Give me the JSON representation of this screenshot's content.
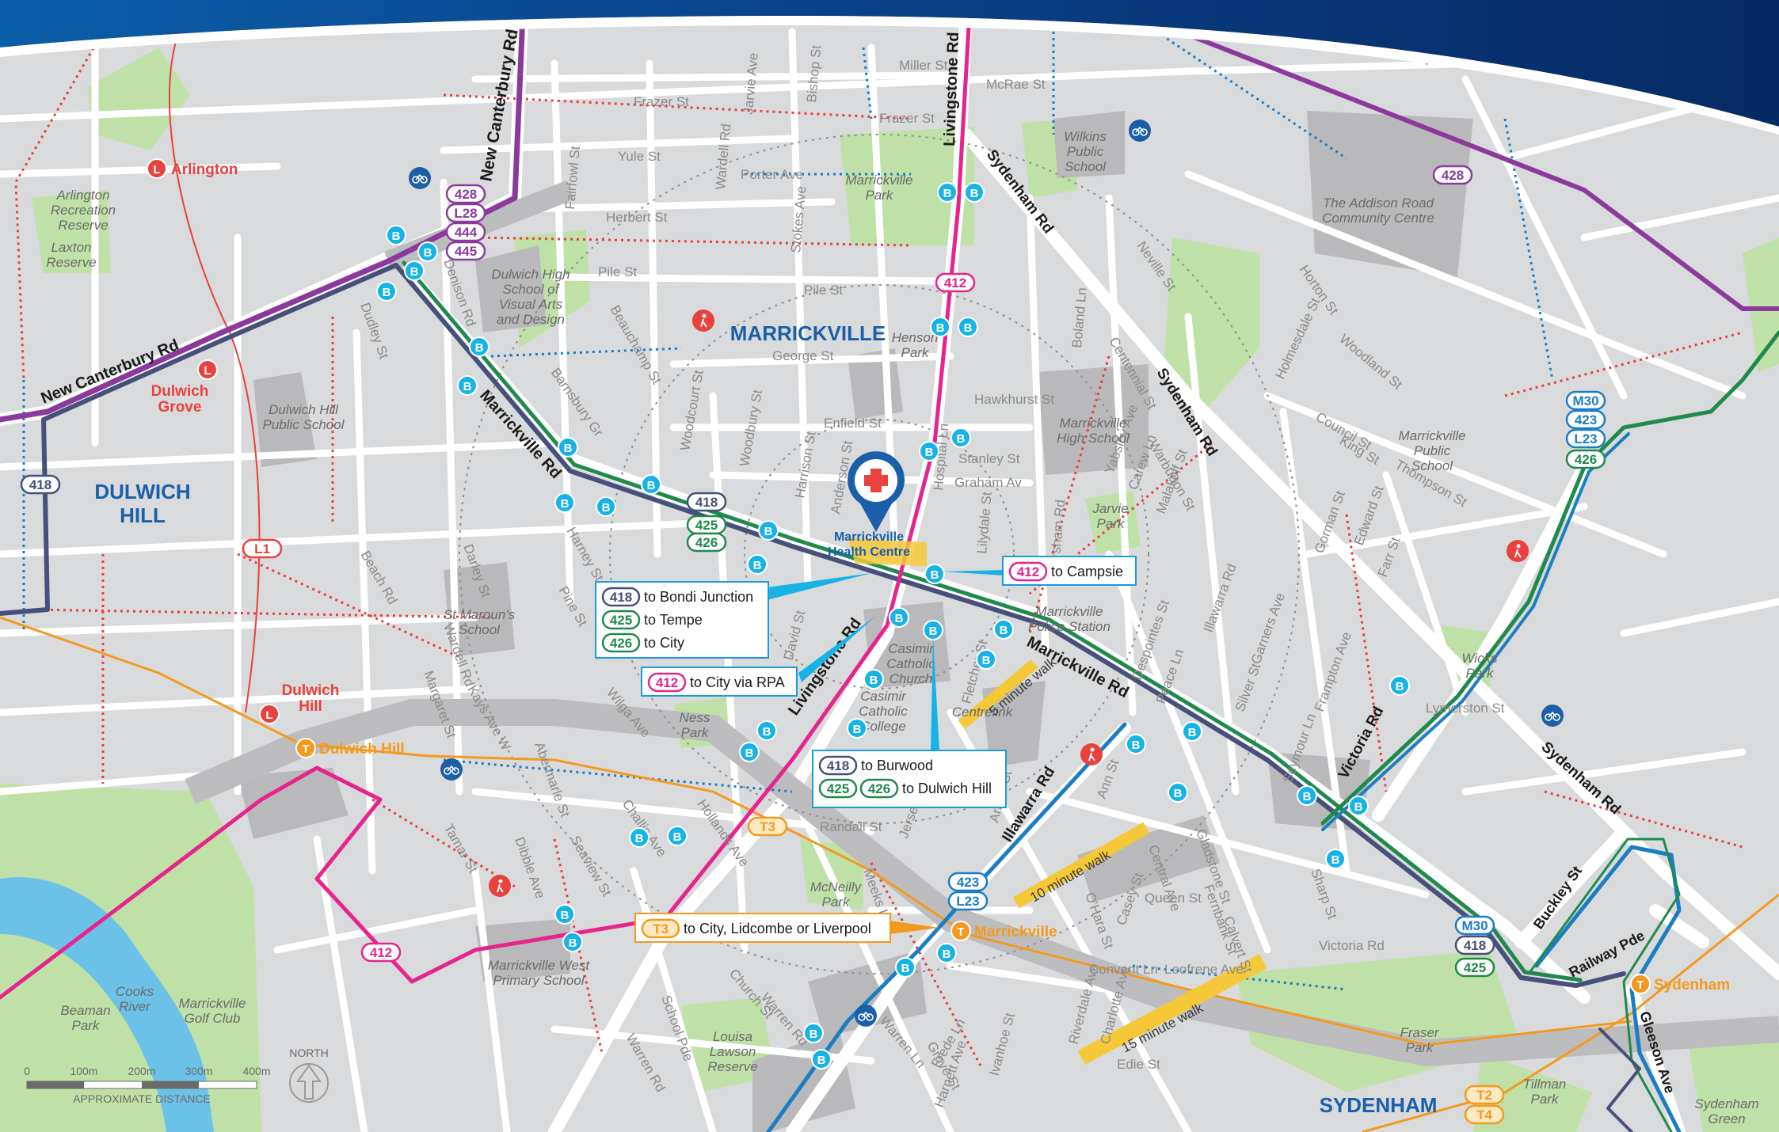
{
  "colors": {
    "bus_navy": "#47507a",
    "bus_green": "#1f8a4c",
    "bus_pink": "#e6248c",
    "bus_purple": "#8b3a9c",
    "rail_orange": "#f39a1e",
    "lightrail_red": "#e8413e",
    "metro_blue": "#1b7ec2",
    "bus_stop_cyan": "#17b3e6",
    "park_green": "#bfe0a6",
    "building_grey": "#b9b9bb",
    "walk_yellow": "#f5c83a",
    "clinic_blue": "#1a5fa8"
  },
  "clinic": {
    "name_line1": "Marrickville",
    "name_line2": "Health Centre",
    "icon": "medical-cross-icon"
  },
  "suburbs": [
    {
      "id": "marrickville",
      "lines": [
        "MARRICKVILLE"
      ]
    },
    {
      "id": "dulwich-hill",
      "lines": [
        "DULWICH",
        "HILL"
      ]
    },
    {
      "id": "sydenham",
      "lines": [
        "SYDENHAM"
      ]
    }
  ],
  "major_roads": [
    {
      "id": "new-canterbury-rd-a",
      "label": "New Canterbury Rd"
    },
    {
      "id": "new-canterbury-rd-b",
      "label": "New Canterbury Rd"
    },
    {
      "id": "livingstone-rd-north",
      "label": "Livingstone Rd"
    },
    {
      "id": "livingstone-rd-south",
      "label": "Livingstone Rd"
    },
    {
      "id": "marrickville-rd-west",
      "label": "Marrickville Rd"
    },
    {
      "id": "marrickville-rd-east",
      "label": "Marrickville Rd"
    },
    {
      "id": "sydenham-rd-a",
      "label": "Sydenham Rd"
    },
    {
      "id": "sydenham-rd-b",
      "label": "Sydenham Rd"
    },
    {
      "id": "sydenham-rd-c",
      "label": "Sydenham Rd"
    },
    {
      "id": "illawarra-rd",
      "label": "Illawarra Rd"
    },
    {
      "id": "victoria-rd",
      "label": "Victoria Rd"
    },
    {
      "id": "buckley-st",
      "label": "Buckley St"
    },
    {
      "id": "railway-pde",
      "label": "Railway Pde"
    },
    {
      "id": "gleeson-ave",
      "label": "Gleeson Ave"
    }
  ],
  "streets": [
    "Miller St",
    "McRae St",
    "Frazer St",
    "Frazer St",
    "Yule St",
    "Porter Ave",
    "Herbert St",
    "Pile St",
    "Pile St",
    "George St",
    "Enfield St",
    "Graham Av",
    "Stanley St",
    "Hawkhurst St",
    "Warburton St",
    "Jarvie Ave",
    "Bishop St",
    "Wardell Rd",
    "Fairfowl St",
    "Stokes Ave",
    "Beauchamp St",
    "Barnsbury Gr",
    "Woodcourt St",
    "Woodbury St",
    "Harrison St",
    "Anderson St",
    "Hospital Ln",
    "Lilydale St",
    "Petersham Rd",
    "Boland Ln",
    "Centennial St",
    "Neville St",
    "Horton St",
    "Woodland St",
    "Council St",
    "King St",
    "Thompson St",
    "Holmesdale St",
    "Gorman St",
    "Edward St",
    "Farr St",
    "Despointes St",
    "Peace Ln",
    "Illawarra Rd",
    "Silver St",
    "Garners Ave",
    "Frampton Ave",
    "Seymour Ln",
    "Fletcher St",
    "David St",
    "Pine St",
    "Harney St",
    "Darley St",
    "Wardell Rd",
    "Beach Rd",
    "Margaret St",
    "Kays Ave W",
    "Wilga Ave",
    "Challis Ave",
    "Hollands Ave",
    "Randall St",
    "Jersey St",
    "Arthur St",
    "Ann St",
    "Central Ave",
    "Gladstone St",
    "Fernbank St",
    "Calvert St",
    "Queen St",
    "Victoria Rd",
    "O'Hara St",
    "Casey St",
    "Leofrene Ave",
    "Church St",
    "Warren Rd",
    "Warren Ln",
    "Grove St",
    "Frede Ln",
    "Riverdale Ave",
    "Charlotte Ave",
    "Ivanhoe St",
    "Meeks Ln",
    "School Pde",
    "Tamar St",
    "Dibble Ave",
    "Abermarle St",
    "Seaview St",
    "Denison Rd",
    "Dudley St",
    "Yabsley Ave",
    "Carew Ln",
    "Malakoff St",
    "Convent Ln",
    "Warren Rd",
    "Harnett Ave",
    "Edie St",
    "Lymerston St",
    "Sharp St",
    "Calvert St"
  ],
  "pois": [
    {
      "id": "arlington-reserve",
      "lines": [
        "Arlington",
        "Recreation",
        "Reserve"
      ]
    },
    {
      "id": "laxton-reserve",
      "lines": [
        "Laxton",
        "Reserve"
      ]
    },
    {
      "id": "dulwich-high",
      "lines": [
        "Dulwich High",
        "School of",
        "Visual Arts",
        "and Design"
      ]
    },
    {
      "id": "dulwich-hill-ps",
      "lines": [
        "Dulwich Hill",
        "Public School"
      ]
    },
    {
      "id": "marrickville-park",
      "lines": [
        "Marrickville",
        "Park"
      ]
    },
    {
      "id": "wilkins-ps",
      "lines": [
        "Wilkins",
        "Public",
        "School"
      ]
    },
    {
      "id": "addison-rd",
      "lines": [
        "The Addison Road",
        "Community Centre"
      ]
    },
    {
      "id": "henson-park",
      "lines": [
        "Henson",
        "Park"
      ]
    },
    {
      "id": "marrickville-hs",
      "lines": [
        "Marrickville",
        "High School"
      ]
    },
    {
      "id": "jarvie-park",
      "lines": [
        "Jarvie",
        "Park"
      ]
    },
    {
      "id": "marrickville-ps",
      "lines": [
        "Marrickville",
        "Public",
        "School"
      ]
    },
    {
      "id": "police-station",
      "lines": [
        "Marrickville",
        "Police Station"
      ]
    },
    {
      "id": "centrelink",
      "lines": [
        "Centrelink"
      ]
    },
    {
      "id": "casimir-church",
      "lines": [
        "Casimir",
        "Catholic",
        "Church"
      ]
    },
    {
      "id": "casimir-college",
      "lines": [
        "Casimir",
        "Catholic",
        "College"
      ]
    },
    {
      "id": "st-marouns",
      "lines": [
        "St Maroun's",
        "School"
      ]
    },
    {
      "id": "ness-park",
      "lines": [
        "Ness",
        "Park"
      ]
    },
    {
      "id": "wicks-park",
      "lines": [
        "Wicks",
        "Park"
      ]
    },
    {
      "id": "mcneilly-park",
      "lines": [
        "McNeilly",
        "Park"
      ]
    },
    {
      "id": "marrickville-west-ps",
      "lines": [
        "Marrickville West",
        "Primary School"
      ]
    },
    {
      "id": "cooks-river",
      "lines": [
        "Cooks",
        "River"
      ]
    },
    {
      "id": "beaman-park",
      "lines": [
        "Beaman",
        "Park"
      ]
    },
    {
      "id": "golf-club",
      "lines": [
        "Marrickville",
        "Golf Club"
      ]
    },
    {
      "id": "louisa-lawson",
      "lines": [
        "Louisa",
        "Lawson",
        "Reserve"
      ]
    },
    {
      "id": "fraser-park",
      "lines": [
        "Fraser",
        "Park"
      ]
    },
    {
      "id": "tillman-park",
      "lines": [
        "Tillman",
        "Park"
      ]
    },
    {
      "id": "sydenham-green",
      "lines": [
        "Sydenham",
        "Green"
      ]
    }
  ],
  "stations": [
    {
      "id": "arlington",
      "type": "L",
      "label": "Arlington"
    },
    {
      "id": "dulwich-grove",
      "type": "L",
      "label": "Dulwich Grove"
    },
    {
      "id": "dulwich-hill-lr",
      "type": "L",
      "label": "Dulwich Hill"
    },
    {
      "id": "dulwich-hill-t",
      "type": "T",
      "label": "Dulwich Hill"
    },
    {
      "id": "marrickville-t",
      "type": "T",
      "label": "Marrickville"
    },
    {
      "id": "sydenham-t",
      "type": "T",
      "label": "Sydenham"
    }
  ],
  "route_badges": [
    {
      "id": "b428-top",
      "route": "428"
    },
    {
      "id": "bL28",
      "route": "L28"
    },
    {
      "id": "b444",
      "route": "444"
    },
    {
      "id": "b445",
      "route": "445"
    },
    {
      "id": "b428-right",
      "route": "428"
    },
    {
      "id": "b412-north",
      "route": "412"
    },
    {
      "id": "b418-west",
      "route": "418"
    },
    {
      "id": "bL1",
      "route": "L1"
    },
    {
      "id": "b418-mid",
      "route": "418"
    },
    {
      "id": "b425-mid",
      "route": "425"
    },
    {
      "id": "b426-mid",
      "route": "426"
    },
    {
      "id": "bM30-e",
      "route": "M30"
    },
    {
      "id": "b423-e",
      "route": "423"
    },
    {
      "id": "bL23-e",
      "route": "L23"
    },
    {
      "id": "b426-e",
      "route": "426"
    },
    {
      "id": "b423-s",
      "route": "423"
    },
    {
      "id": "bL23-s",
      "route": "L23"
    },
    {
      "id": "bT3-line",
      "route": "T3"
    },
    {
      "id": "b412-sw",
      "route": "412"
    },
    {
      "id": "bM30-se",
      "route": "M30"
    },
    {
      "id": "b418-se",
      "route": "418"
    },
    {
      "id": "b425-se",
      "route": "425"
    },
    {
      "id": "bT2",
      "route": "T2"
    },
    {
      "id": "bT4",
      "route": "T4"
    }
  ],
  "callouts": [
    {
      "id": "callout-west",
      "rows": [
        {
          "route": "418",
          "text": "to Bondi Junction"
        },
        {
          "route": "425",
          "text": "to Tempe"
        },
        {
          "route": "426",
          "text": "to City"
        }
      ]
    },
    {
      "id": "callout-campsie",
      "rows": [
        {
          "route": "412",
          "text": "to Campsie"
        }
      ]
    },
    {
      "id": "callout-rpa",
      "rows": [
        {
          "route": "412",
          "text": "to City via RPA"
        }
      ]
    },
    {
      "id": "callout-burwood",
      "rows": [
        {
          "route": "418",
          "text": "to Burwood"
        },
        {
          "route": "425",
          "route2": "426",
          "text": "to Dulwich Hill"
        }
      ]
    },
    {
      "id": "callout-t3",
      "rows": [
        {
          "route": "T3",
          "text": "to City, Lidcombe or Liverpool"
        }
      ]
    }
  ],
  "walk_labels": [
    "5 minute walk",
    "10 minute walk",
    "15 minute walk"
  ],
  "scale": {
    "ticks": [
      "0",
      "100m",
      "200m",
      "300m",
      "400m"
    ],
    "caption": "APPROXIMATE DISTANCE",
    "north": "NORTH"
  },
  "bus_stop_letter": "B"
}
